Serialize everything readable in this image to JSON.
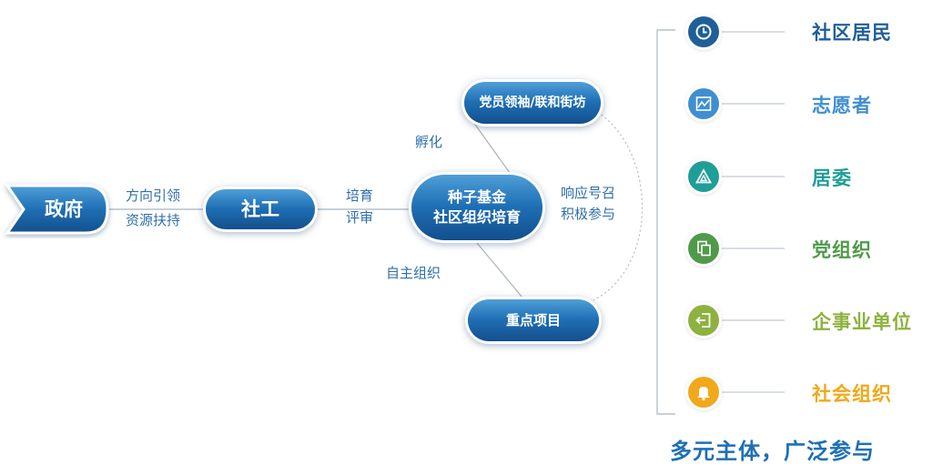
{
  "nodes": {
    "government": "政府",
    "social_worker": "社工",
    "seed_fund_line1": "种子基金",
    "seed_fund_line2": "社区组织培育",
    "party_leaders": "党员领袖/联和街坊",
    "key_projects": "重点项目"
  },
  "edge_labels": {
    "gov_to_sw_line1": "方向引领",
    "gov_to_sw_line2": "资源扶持",
    "sw_to_fund_line1": "培育",
    "sw_to_fund_line2": "评审",
    "incubate": "孵化",
    "self_organize": "自主组织",
    "respond_line1": "响应号召",
    "respond_line2": "积极参与"
  },
  "entities": [
    {
      "label": "社区居民",
      "color": "#1f5f99",
      "icon": "clock-icon"
    },
    {
      "label": "志愿者",
      "color": "#3f8fd0",
      "icon": "chart-icon"
    },
    {
      "label": "居委",
      "color": "#1e9e96",
      "icon": "triangle-icon"
    },
    {
      "label": "党组织",
      "color": "#4f9a4a",
      "icon": "document-icon"
    },
    {
      "label": "企事业单位",
      "color": "#8db23f",
      "icon": "exit-icon"
    },
    {
      "label": "社会组织",
      "color": "#f1a81a",
      "icon": "bell-icon"
    }
  ],
  "footer": "多元主体，广泛参与"
}
